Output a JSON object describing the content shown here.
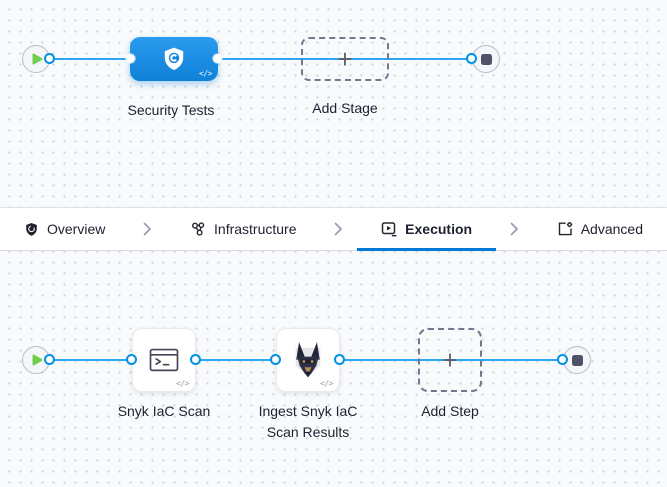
{
  "code_badge": "</>",
  "colors": {
    "edge_line": "#2ea7f3",
    "port_ring": "#0092e4",
    "stage_node_blue": "#1389e0",
    "active_tab_underline": "#0278d5",
    "play_triangle_green": "#72cf4e",
    "stop_square_slate": "#4f5268"
  },
  "stage_graph": {
    "start_icon": "play-icon",
    "end_icon": "stop-icon",
    "stage": {
      "label": "Security Tests",
      "icon": "security-shield-icon"
    },
    "add_stage": {
      "label": "Add Stage",
      "plus_glyph": "+"
    }
  },
  "tab_bar": {
    "separator_icon": "chevron-right-icon",
    "tabs": [
      {
        "label": "Overview",
        "icon": "shield-icon",
        "active": false
      },
      {
        "label": "Infrastructure",
        "icon": "infrastructure-nodes-icon",
        "active": false
      },
      {
        "label": "Execution",
        "icon": "execution-play-icon",
        "active": true
      },
      {
        "label": "Advanced",
        "icon": "advanced-settings-icon",
        "active": false
      }
    ]
  },
  "step_graph": {
    "start_icon": "play-icon",
    "end_icon": "stop-icon",
    "steps": [
      {
        "label": "Snyk IaC Scan",
        "icon": "terminal-icon"
      },
      {
        "label": "Ingest Snyk IaC Scan Results",
        "icon": "snyk-doberman-logo-icon"
      }
    ],
    "add_step": {
      "label": "Add Step",
      "plus_glyph": "+"
    }
  }
}
